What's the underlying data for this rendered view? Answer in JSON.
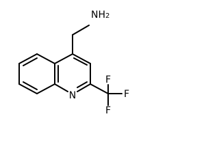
{
  "structure": {
    "atoms": {
      "amine": "NH2",
      "ring_nitrogen": "N",
      "fluorine_top": "F",
      "fluorine_right": "F",
      "fluorine_bottom": "F"
    }
  }
}
